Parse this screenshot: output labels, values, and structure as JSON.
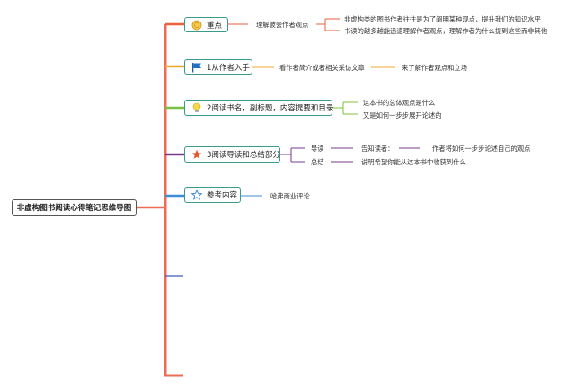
{
  "root": {
    "label": "非虚构图书阅读心得笔记思维导图"
  },
  "branches": [
    {
      "label": "重点",
      "color": "#e8603c",
      "icon": "medal-icon",
      "sub": "理解彼会作者观点",
      "leaf": [
        "非虚构类的图书作者往往是为了阐明某种观点，提升我们的知识水平",
        "书读的越多越能迅速理解作者观点，理解作者为什么提到这些而非其他"
      ]
    },
    {
      "label": "1从作者入手",
      "color": "#f0a830",
      "icon": "flag-icon",
      "sub": "看作者简介或者相关采访文章",
      "leaf": "来了解作者观点和立场"
    },
    {
      "label": "2阅读书名，副标题，内容提要和目录",
      "color": "#7bc043",
      "icon": "bulb-icon",
      "items": [
        "这本书的总体观点是什么",
        "又是如何一步步展开论述的"
      ]
    },
    {
      "label": "3阅读导读和总结部分",
      "color": "#7a3b8c",
      "icon": "star-icon",
      "rows": [
        {
          "k": "导读",
          "v": "告知读者：",
          "e": "作者将如何一步步论述自己的观点"
        },
        {
          "k": "总结",
          "v": "说明希望你能从这本书中收获到什么"
        }
      ]
    },
    {
      "label": "参考内容",
      "color": "#3d8cd6",
      "icon": "star-outline-icon",
      "sub": "哈弗商业评论"
    }
  ],
  "colors": {
    "node_border": "#3a9a8c",
    "trunk": "#ee6b55"
  }
}
